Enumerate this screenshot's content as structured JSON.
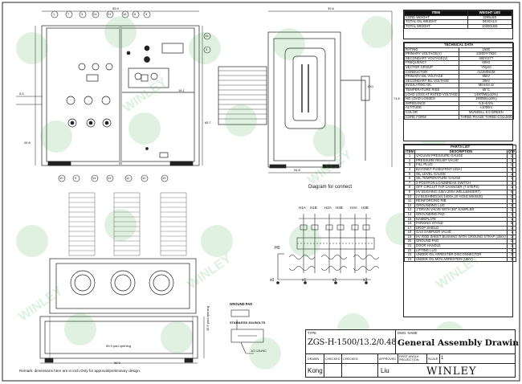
{
  "weights": {
    "header": [
      "ITEM",
      "WEIGHT LBS"
    ],
    "rows": [
      [
        "CORE WEIGHT",
        "3285LBS"
      ],
      [
        "TOTAL OIL WEIGHT",
        "343GALS"
      ],
      [
        "TOTAL WEIGHT",
        "10200LBS"
      ]
    ]
  },
  "technical": {
    "title": "TECHNICAL DATA",
    "rows": [
      [
        "RATING",
        "1500"
      ],
      [
        "PRIMARY VOLTAGE(V)",
        "13200Y/7620"
      ],
      [
        "SECONDARY VOLTAGE(V)",
        "480Y/277"
      ],
      [
        "FREQUENCY",
        "60Hz"
      ],
      [
        "VECTOR GROUP",
        "YNyn0"
      ],
      [
        "CONDUCTOR",
        "ALUMINUM"
      ],
      [
        "PRIMARY BIL VOLTAGE",
        "95kV"
      ],
      [
        "SECONDARY BIL VOLTAGE",
        "30kV"
      ],
      [
        "INSULATING OIL",
        "Mineral oil"
      ],
      [
        "TEMPERATURE RISE",
        "65°C"
      ],
      [
        "LOAD LOSS AT RATED VOLTAGE",
        "14870W(±10%)"
      ],
      [
        "NO LOAD LOSSES",
        "1900W(±10%)"
      ],
      [
        "IMPEDANCE",
        "5.5~6.5%"
      ],
      [
        "ALTITUDE",
        "≤1000m"
      ],
      [
        "COLOR",
        "MUNSELL 8.0 GREEN"
      ],
      [
        "CORE FORM",
        "THREE-PHASE THREE-COLUMN"
      ]
    ]
  },
  "parts": {
    "title": "PARTS LIST",
    "header": [
      "ITEM",
      "DESCRIPTION",
      "QTY"
    ],
    "rows": [
      [
        "1",
        "VACUUM PRESSURE GAUGE",
        "1"
      ],
      [
        "2",
        "PRESSURE RELIEF VALVE",
        "1"
      ],
      [
        "3",
        "FILL PLUG",
        "1"
      ],
      [
        "4",
        "BAYONET FUSE(FRNT-125A)",
        "3"
      ],
      [
        "5",
        "OIL LEVEL GAUGE",
        "1"
      ],
      [
        "6",
        "OIL TEMPERATURE GAUGE",
        "1"
      ],
      [
        "7",
        "2-POSITION LOADBREAK SWITCH",
        "1"
      ],
      [
        "8",
        "OFF CIRCUIT TAP CHANGER (7 STEPS)",
        "1"
      ],
      [
        "9",
        "HV BUSHING (15kV,200A WELL&INSERT)",
        "6"
      ],
      [
        "10",
        "LV BUSHING(1kV,1400A,10 HOLE,M6,BUS)",
        "4"
      ],
      [
        "11",
        "REINFORCING RIB",
        "1"
      ],
      [
        "12",
        "GROUNDING LUG",
        "4"
      ],
      [
        "13",
        "1\"DRAIN VALVE WITH 3/8\" SAMPLER",
        "1"
      ],
      [
        "14",
        "GROUNDING PAD",
        "1"
      ],
      [
        "15",
        "NAMEPLATE",
        "1"
      ],
      [
        "16",
        "PARKING STAND",
        "8"
      ],
      [
        "17",
        "DROP SHIELD",
        "1"
      ],
      [
        "18",
        "GAS SAMPLER VALVE",
        "1"
      ],
      [
        "19",
        "HV ROD SHEET BUSHING WITH GROUND STRAP (15kV)",
        "1"
      ],
      [
        "20",
        "GROUND PAD",
        "2"
      ],
      [
        "21",
        "DOOR HANDLE",
        "1"
      ],
      [
        "22",
        "LIFTING LUG",
        "4"
      ],
      [
        "23",
        "UNDER OIL ARRESTER DISCONNECTOR",
        "3"
      ],
      [
        "24",
        "UNDER OIL MOV ARRESTER (18kV)",
        "3"
      ]
    ]
  },
  "titleblock": {
    "type_label": "TYPE",
    "type_value": "ZGS-H-1500/13.2/0.48",
    "dwg_label": "DWG. NAME",
    "dwg_value": "General Assembly Drawin",
    "drawn_label": "DRAWN",
    "checked1_label": "CHECKED",
    "checked2_label": "CHECKED",
    "approved_label": "APPROVED",
    "projection_label": "FIRST ANGLE PROJECTION",
    "scale_label": "SCALE",
    "scale_value": "1",
    "drawn_name": "Kong",
    "approved_name": "Liu",
    "brand": "WINLEY"
  },
  "drawing": {
    "diagram_title": "Diagram for connect",
    "ground_pad_label": "GROUND PAD",
    "stainless_label": "STAINLESS 304 BOLTS",
    "thread_label": "1/2-13UNC",
    "remark": "Remark: dimensions here are in inch.Only for approval/preliminary design.",
    "hv_terminals": [
      "H1A",
      "H1B",
      "H2A",
      "H2B",
      "H3A",
      "H3B"
    ],
    "lv_terminals": [
      "x0",
      "x1",
      "x2",
      "x3"
    ],
    "h0_label": "H0",
    "dim_width_bottom": "56.9",
    "dim_opening": "59.9 pad opening",
    "dim_height_side": "65.7",
    "dim_depth_base": "15.6 pad opening",
    "dim_top_main": "59.9",
    "dim_top_right": "39.8",
    "dim_side_right": "74.8",
    "dim_left_height": "34.8",
    "dim_label_16": "16.1",
    "dim_label_5": "5.5",
    "dim_label_54": "54.8",
    "drain_label": "6X1",
    "balloons_top": [
      "1",
      "7",
      "3",
      "24",
      "21",
      "18",
      "8",
      "9",
      "15",
      "3"
    ],
    "balloons_bottom": [
      "10",
      "9",
      "14",
      "13",
      "11",
      "12",
      "19"
    ]
  },
  "watermark": "WINLEY",
  "colors": {
    "ink": "#111111",
    "watermark": "#3caa46"
  }
}
